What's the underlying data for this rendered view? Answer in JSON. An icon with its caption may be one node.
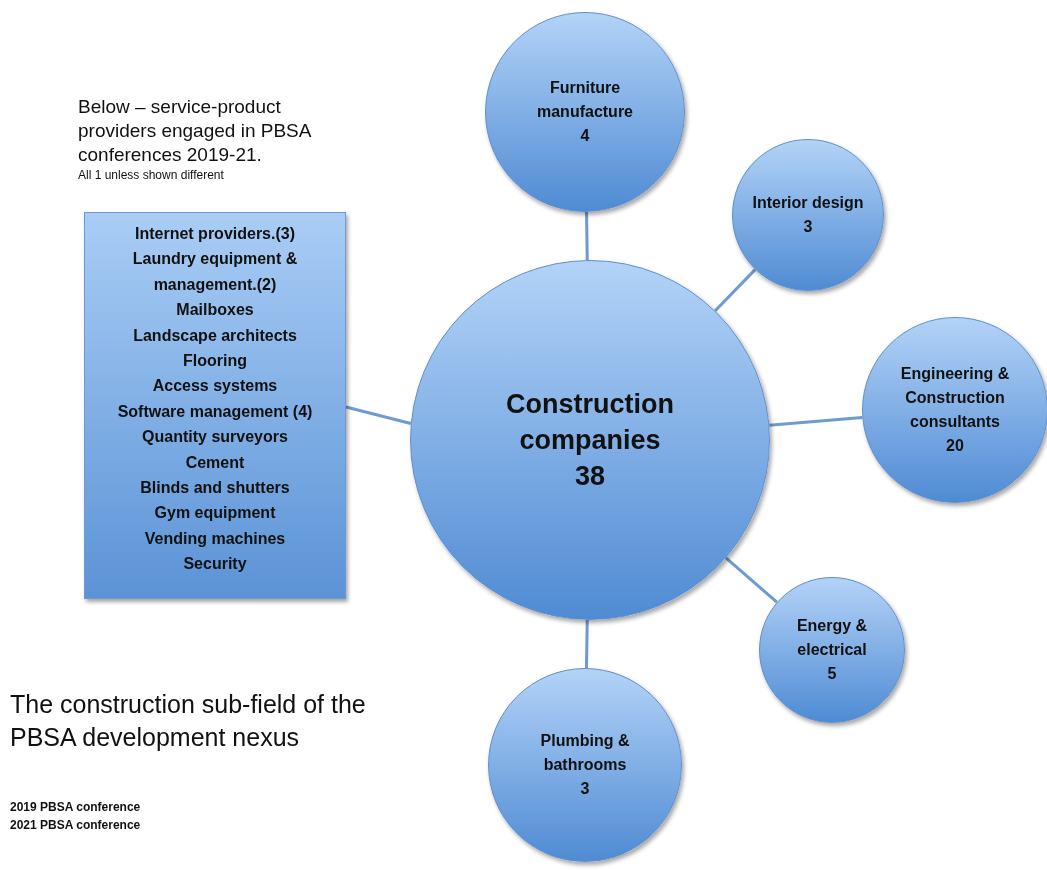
{
  "diagram": {
    "title": "The construction sub-field of the PBSA development nexus",
    "nodes": [
      {
        "text": [
          "Construction companies",
          "38"
        ]
      },
      {
        "text": [
          "Furniture manufacture",
          "4"
        ]
      },
      {
        "text": [
          "Interior design",
          "3"
        ]
      },
      {
        "text": [
          "Engineering & Construction consultants",
          "20"
        ]
      },
      {
        "text": [
          "Energy & electrical",
          "5"
        ]
      },
      {
        "text": [
          "Plumbing & bathrooms",
          "3"
        ]
      },
      {
        "text": [
          "Below – service-product providers engaged in PBSA conferences 2019-21.",
          "All 1 unless shown different",
          "Internet providers.(3)",
          "Laundry equipment & management.(2)",
          "Mailboxes",
          "Landscape architects",
          "Flooring",
          "Access systems",
          "Software management (4)",
          "Quantity surveyors",
          "Cement",
          "Blinds and shutters",
          "Gym equipment",
          "Vending machines",
          "Security"
        ]
      }
    ],
    "edges": [
      {
        "from": 0,
        "to": 1,
        "arrow": "none"
      },
      {
        "from": 0,
        "to": 2,
        "arrow": "none"
      },
      {
        "from": 0,
        "to": 3,
        "arrow": "none"
      },
      {
        "from": 0,
        "to": 4,
        "arrow": "none"
      },
      {
        "from": 0,
        "to": 5,
        "arrow": "none"
      },
      {
        "from": 0,
        "to": 6,
        "arrow": "none"
      }
    ],
    "labels": [
      "2019 PBSA conference",
      "2021 PBSA conference"
    ]
  }
}
